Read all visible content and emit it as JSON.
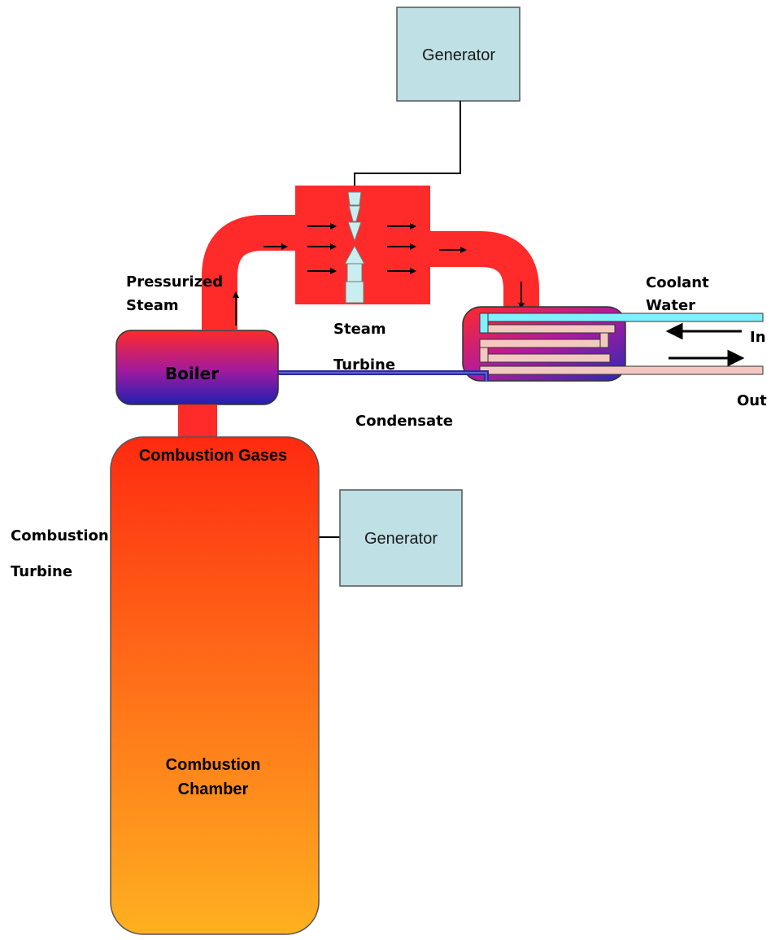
{
  "diagram": {
    "generator_top": "Generator",
    "generator_mid": "Generator",
    "pressurized_steam": [
      "Pressurized",
      "Steam"
    ],
    "steam_turbine": [
      "Steam",
      "Turbine"
    ],
    "coolant_water": [
      "Coolant",
      "Water"
    ],
    "coolant_in": "In",
    "coolant_out": "Out",
    "boiler": "Boiler",
    "condensate": "Condensate",
    "combustion_turbine": [
      "Combustion",
      "Turbine"
    ],
    "combustion_gases": "Combustion Gases",
    "combustion_chamber": [
      "Combustion",
      "Chamber"
    ]
  },
  "colors": {
    "steam_red": "#ff2a2a",
    "generator_fill": "#bfe0e4",
    "condensate_line": "#2a2a9a",
    "coolant_in_pipe": "#7ff0ff",
    "coolant_out_pipe": "#f2c8c0"
  }
}
